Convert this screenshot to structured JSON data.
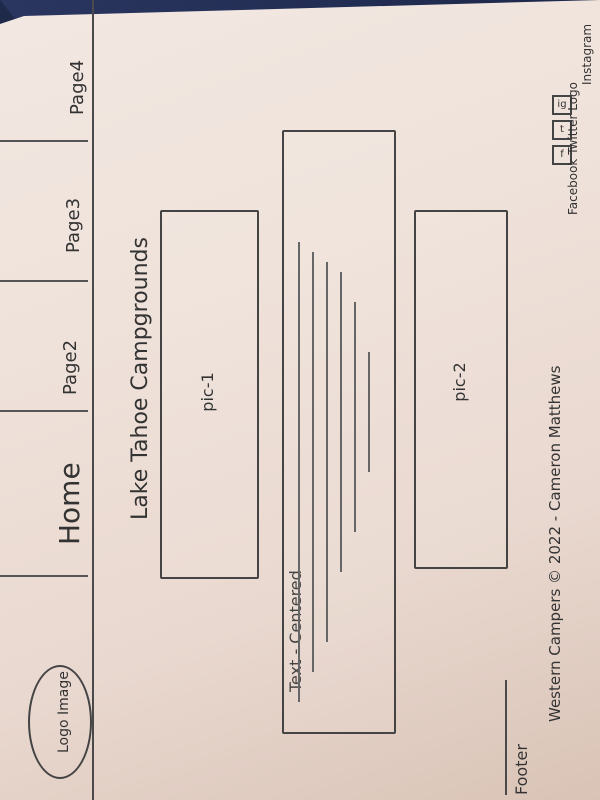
{
  "nav": {
    "logo": "Logo\nImage",
    "home": "Home",
    "page2": "Page2",
    "page3": "Page3",
    "page4": "Page4"
  },
  "main": {
    "title": "Lake Tahoe Campgrounds",
    "pic1": "pic-1",
    "text_label": "Text - Centered",
    "pic2": "pic-2"
  },
  "footer": {
    "label": "Footer",
    "copyright": "Western Campers © 2022 - Cameron Matthews",
    "social_label": "Facebook Twitter Logo",
    "instagram": "Instagram",
    "icons": [
      "f",
      "t",
      "ig"
    ]
  }
}
